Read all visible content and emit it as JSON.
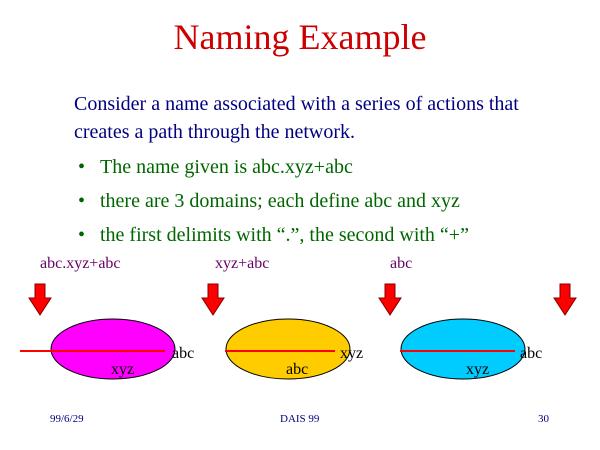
{
  "slide": {
    "title": "Naming Example",
    "intro": "Consider a name associated with a series of actions that creates a path through the network.",
    "bullets": [
      "The name given is abc.xyz+abc",
      "there are 3 domains; each define abc and xyz",
      "the first delimits with “.”, the second with “+”"
    ],
    "bullet_glyph": "•"
  },
  "diagram": {
    "stage_labels": [
      "abc.xyz+abc",
      "xyz+abc",
      "abc"
    ],
    "domains": [
      {
        "color": "#ff00ff",
        "inner_left": "xyz",
        "inner_right": "abc"
      },
      {
        "color": "#ffcc00",
        "inner_left": "abc",
        "inner_right": "xyz"
      },
      {
        "color": "#00ccff",
        "inner_left": "xyz",
        "inner_right": "abc"
      }
    ],
    "arrow_color": "#ff0000",
    "path_color": "#ff0000"
  },
  "footer": {
    "date": "99/6/29",
    "center": "DAIS 99",
    "page": "30"
  }
}
